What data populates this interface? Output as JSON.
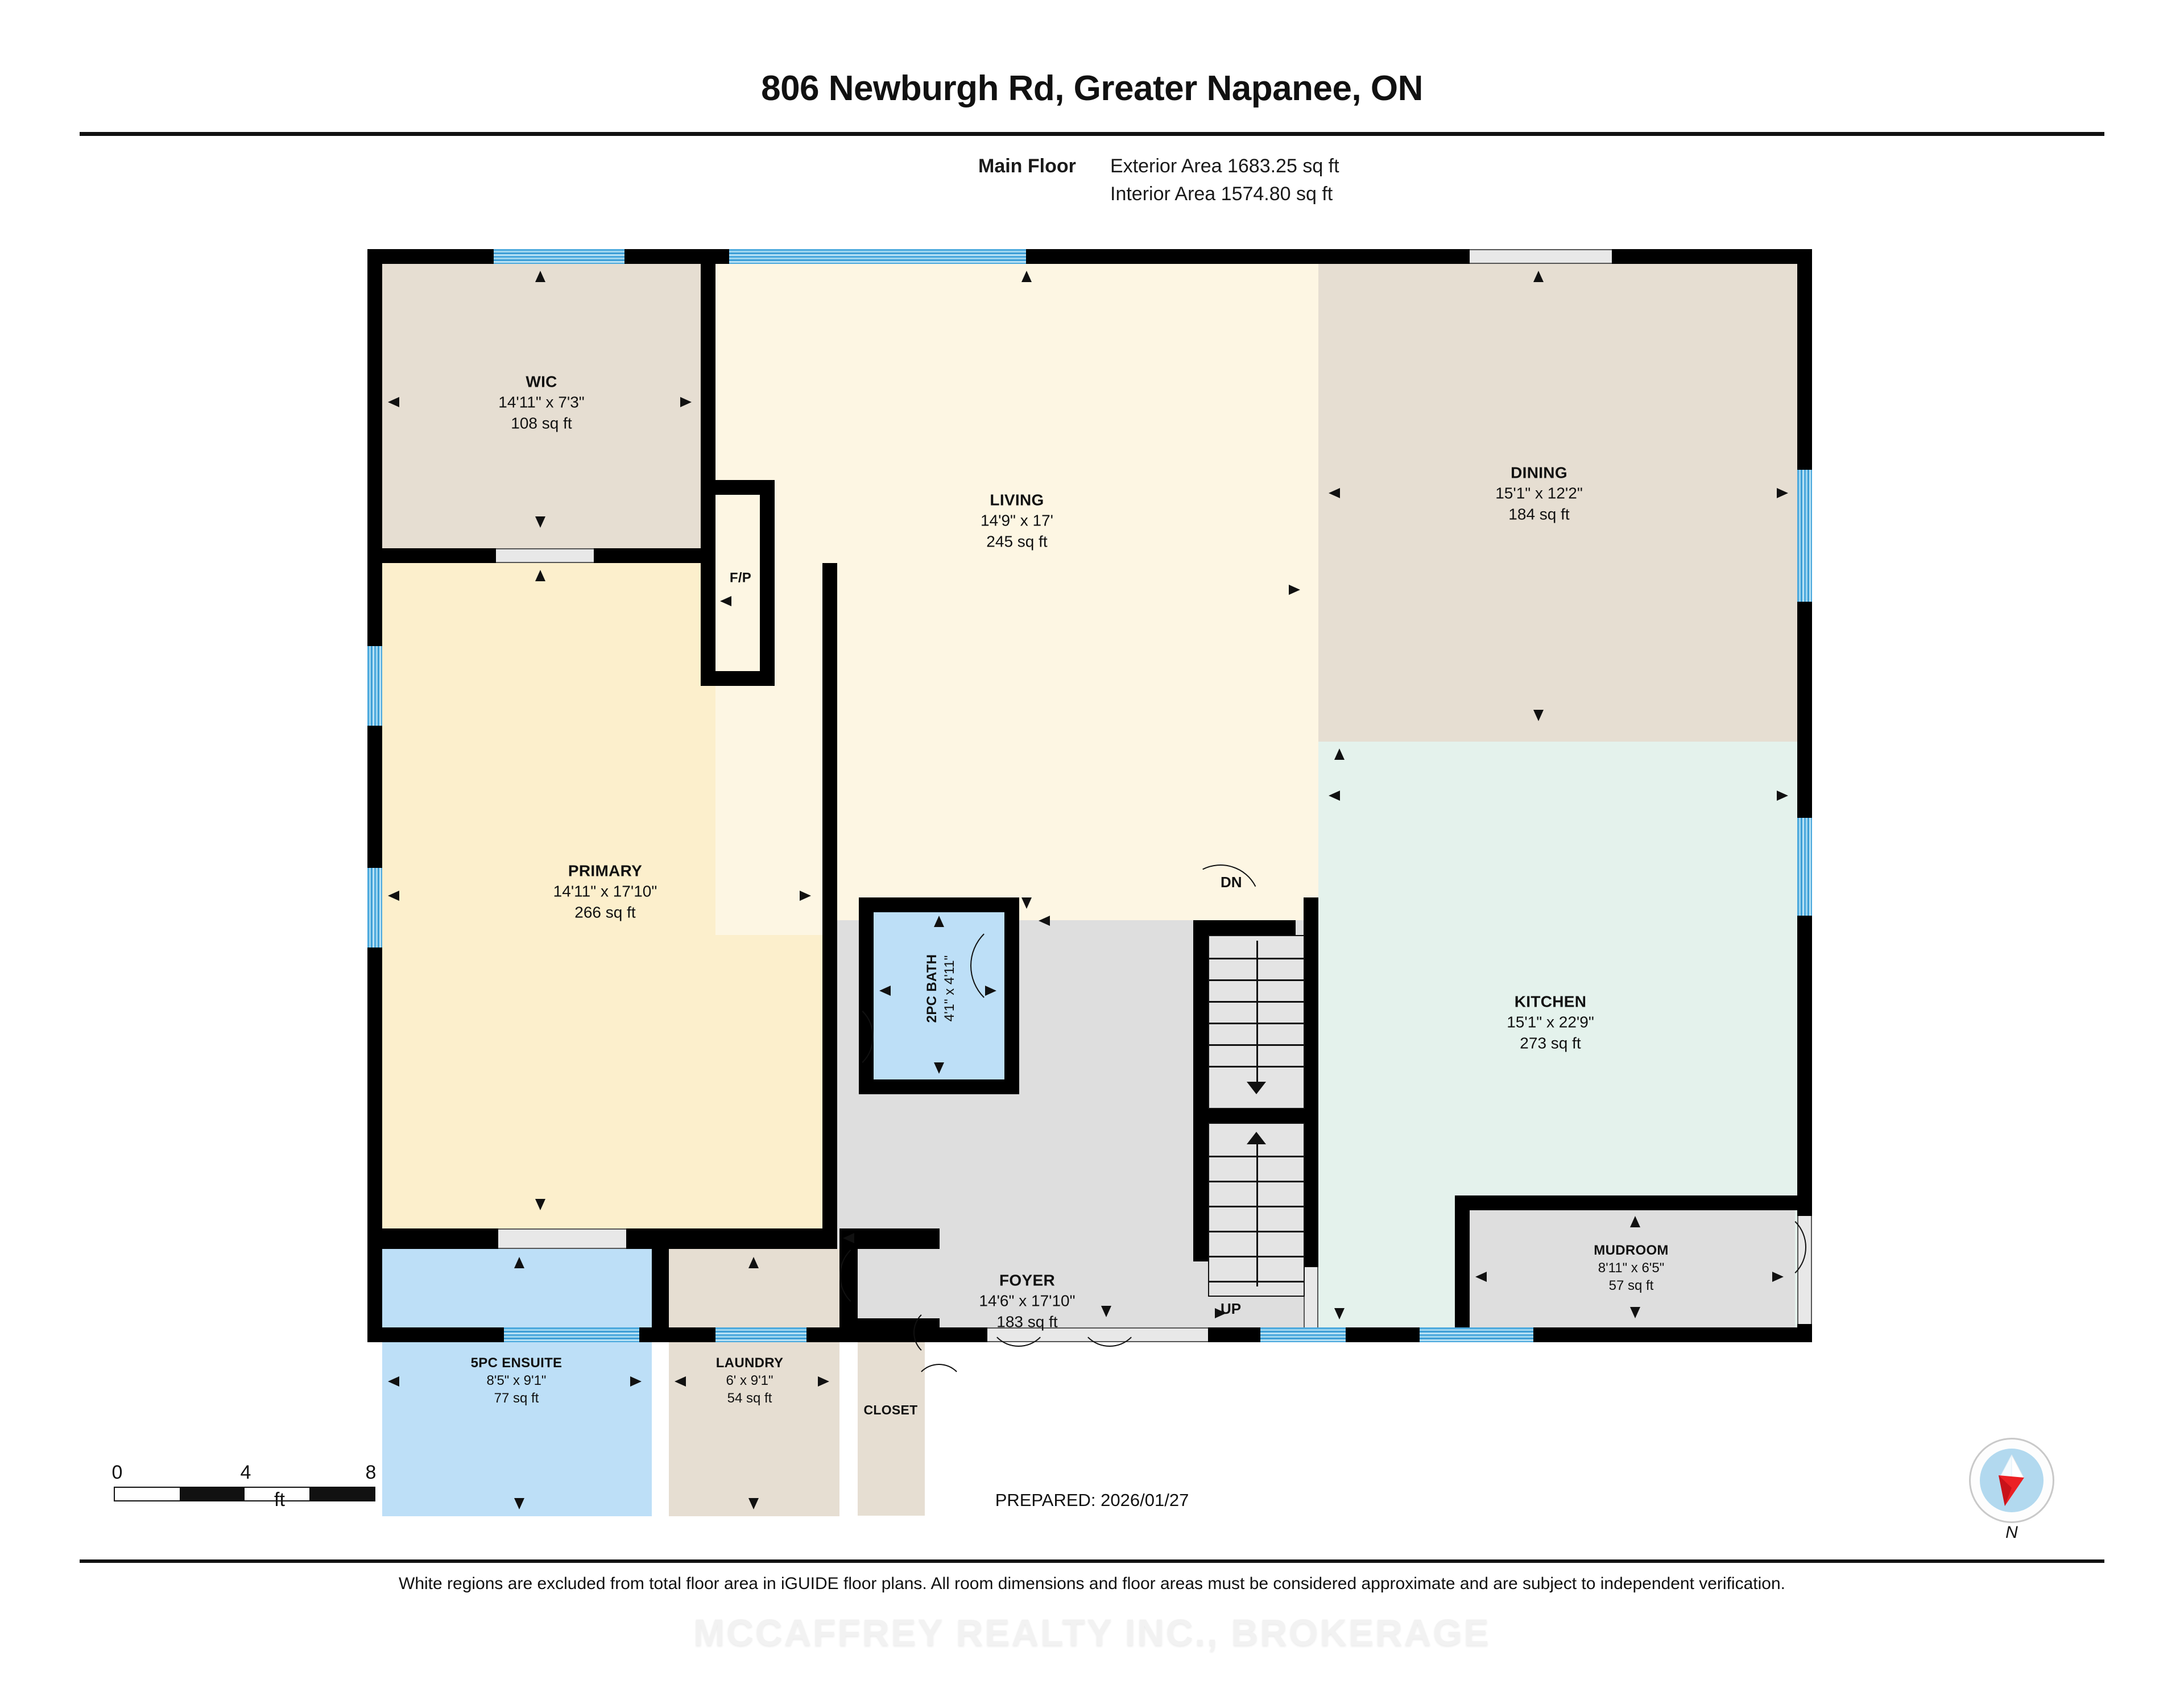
{
  "header": {
    "title": "806 Newburgh Rd, Greater Napanee, ON",
    "floor_label": "Main Floor",
    "exterior_area": "Exterior Area 1683.25 sq ft",
    "interior_area": "Interior Area 1574.80 sq ft"
  },
  "rooms": [
    {
      "id": "wic",
      "name": "WIC",
      "dims": "14'11\" x 7'3\"",
      "area": "108 sq ft",
      "color": "#e6ded2"
    },
    {
      "id": "primary",
      "name": "PRIMARY",
      "dims": "14'11\" x 17'10\"",
      "area": "266 sq ft",
      "color": "#fcefcc"
    },
    {
      "id": "living",
      "name": "LIVING",
      "dims": "14'9\" x 17'",
      "area": "245 sq ft",
      "color": "#fdf6e3"
    },
    {
      "id": "dining",
      "name": "DINING",
      "dims": "15'1\" x 12'2\"",
      "area": "184 sq ft",
      "color": "#e6ded2"
    },
    {
      "id": "kitchen",
      "name": "KITCHEN",
      "dims": "15'1\" x 22'9\"",
      "area": "273 sq ft",
      "color": "#e4f2ec"
    },
    {
      "id": "foyer",
      "name": "FOYER",
      "dims": "14'6\" x 17'10\"",
      "area": "183 sq ft",
      "color": "#dedede"
    },
    {
      "id": "bath2pc",
      "name": "2PC BATH",
      "dims": "4'1\" x 4'11\"",
      "area": "",
      "color": "#bddff7"
    },
    {
      "id": "ensuite",
      "name": "5PC ENSUITE",
      "dims": "8'5\" x 9'1\"",
      "area": "77 sq ft",
      "color": "#bddff7"
    },
    {
      "id": "laundry",
      "name": "LAUNDRY",
      "dims": "6' x 9'1\"",
      "area": "54 sq ft",
      "color": "#e6ded2"
    },
    {
      "id": "closet",
      "name": "CLOSET",
      "dims": "",
      "area": "",
      "color": "#e6ded2"
    },
    {
      "id": "mudroom",
      "name": "MUDROOM",
      "dims": "8'11\" x 6'5\"",
      "area": "57 sq ft",
      "color": "#dedede"
    },
    {
      "id": "fireplace",
      "name": "F/P",
      "dims": "",
      "area": "",
      "color": "#fdf6e3"
    }
  ],
  "stairs": {
    "down_label": "DN",
    "up_label": "UP"
  },
  "scale": {
    "ticks": [
      "0",
      "4",
      "8"
    ],
    "unit": "ft"
  },
  "footer": {
    "prepared": "PREPARED: 2026/01/27",
    "disclaimer": "White regions are excluded from total floor area in iGUIDE floor plans. All room dimensions and floor areas must be considered approximate and are subject to independent verification.",
    "watermark": "MCCAFFREY REALTY INC., BROKERAGE"
  },
  "compass": {
    "label": "N"
  }
}
